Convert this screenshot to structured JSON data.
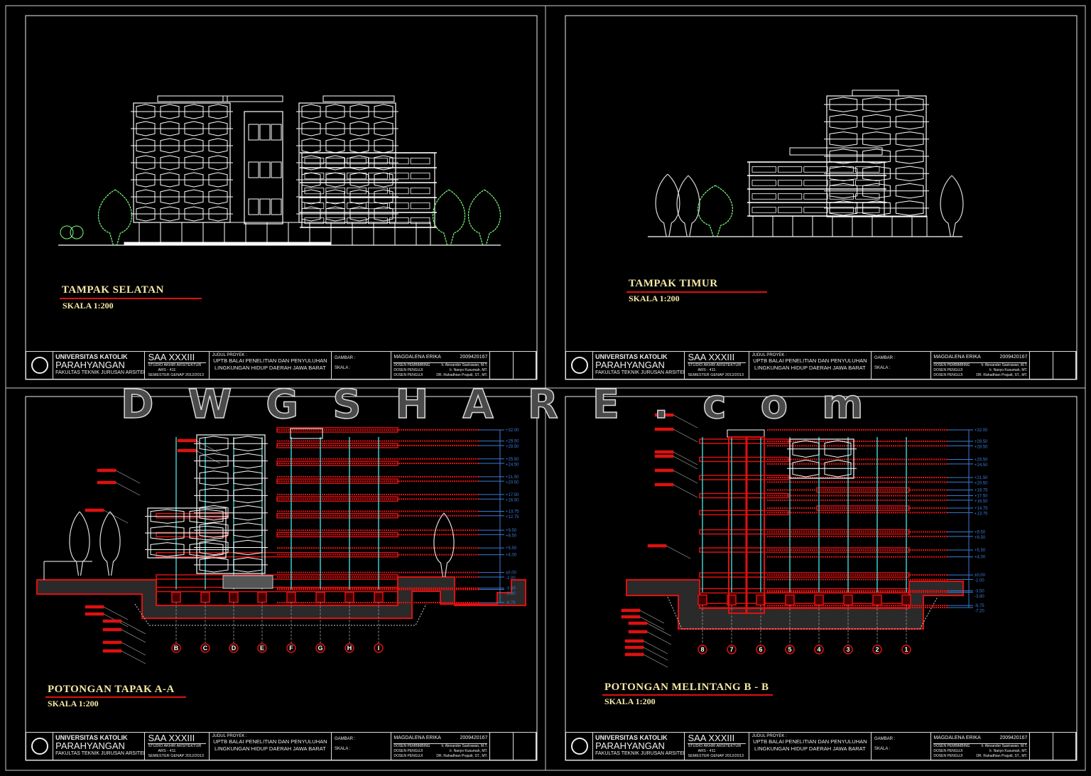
{
  "colors": {
    "line": "#ffffff",
    "accent": "#e01010",
    "level": "#3a7bd5",
    "column": "#3ec9c9",
    "tree": "#7dff7d",
    "title": "#f5e9a8"
  },
  "watermark": "DWGSHARE.com",
  "title_block": {
    "univ_line1": "UNIVERSITAS KATOLIK",
    "univ_line2": "PARAHYANGAN",
    "faculty": "FAKULTAS TEKNIK JURUSAN ARSITEKTUR",
    "course_code": "SAA XXXIII",
    "course_name": "STUDIO AKHIR ARSITEKTUR",
    "course_num": "ARS - 411",
    "semester": "SEMESTER GENAP 2012/2013",
    "project_label": "JUDUL PROYEK :",
    "project_line1": "UPTB BALAI PENELITIAN DAN PENYULUHAN",
    "project_line2": "LINGKUNGAN HIDUP DAERAH JAWA BARAT",
    "drawing_label": "GAMBAR :",
    "scale_label": "SKALA :",
    "student_name": "MAGDALENA ERIKA",
    "student_id": "2009420167",
    "supervisor_label": "DOSEN PEMBIMBING",
    "supervisor": "Ir. Alexander Sastrawan, M.T.",
    "examiner1_label": "DOSEN PENGUJI",
    "examiner1": "Ir. Nanyo Kusumah, MT.",
    "examiner2_label": "DOSEN PENGUJI",
    "examiner2": "DR. Rahadhian Prajudi, ST., MT."
  },
  "panels": [
    {
      "title": "TAMPAK SELATAN",
      "scale": "SKALA 1:200"
    },
    {
      "title": "TAMPAK TIMUR",
      "scale": "SKALA 1:200"
    },
    {
      "title": "POTONGAN TAPAK A-A",
      "scale": "SKALA 1:200",
      "grid_axes": [
        "B",
        "C",
        "D",
        "E",
        "F",
        "G",
        "H",
        "I"
      ],
      "levels": [
        "+32.00",
        "+29.50",
        "+28.50",
        "+25.50",
        "+24.50",
        "+21.50",
        "+20.50",
        "+17.50",
        "+16.50",
        "+13.75",
        "+12.75",
        "+9.50",
        "+8.50",
        "+5.50",
        "+4.00",
        "±0.00",
        "-1.00",
        "-3.50",
        "-3.80",
        "-6.75"
      ]
    },
    {
      "title": "POTONGAN MELINTANG B - B",
      "scale": "SKALA 1:200",
      "grid_axes": [
        "8",
        "7",
        "6",
        "5",
        "4",
        "3",
        "2",
        "1"
      ],
      "levels": [
        "+32.00",
        "+29.50",
        "+28.50",
        "+25.50",
        "+24.50",
        "+21.50",
        "+20.50",
        "+18.75",
        "+17.50",
        "+16.50",
        "+14.75",
        "+13.75",
        "+9.50",
        "+8.50",
        "+5.50",
        "+4.00",
        "±0.00",
        "-1.00",
        "-3.50",
        "-3.80",
        "-6.75",
        "-7.20"
      ]
    }
  ]
}
